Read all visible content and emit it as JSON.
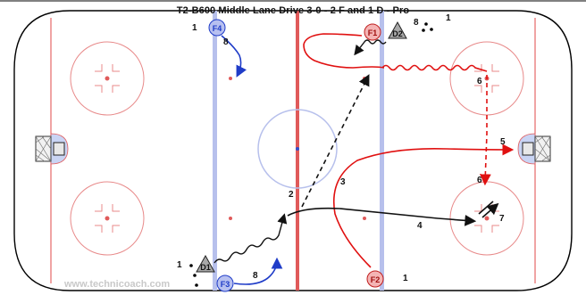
{
  "title": "T2-B600  Middle Lane Drive 3-0  -  2 F and 1 D - Pro",
  "watermark": "www.technicoach.com",
  "players": {
    "f1": "F1",
    "f2": "F2",
    "f3": "F3",
    "f4": "F4",
    "d1": "D1",
    "d2": "D2"
  },
  "labels": {
    "n1_f4": "1",
    "n8_f4": "8",
    "n8_d2": "8",
    "n1_d2": "1",
    "n6_upper": "6",
    "n5": "5",
    "n6_lower": "6",
    "n7": "7",
    "n3": "3",
    "n2": "2",
    "n4": "4",
    "n1_d1": "1",
    "n8_f3": "8",
    "n1_f2": "1"
  },
  "colors": {
    "ice_outline": "#000000",
    "red_line": "#e04a4a",
    "blue_line": "#a9b6e6",
    "forward_fill": "#f4b4b4",
    "forward_fill_blue": "#b7c0f0",
    "defense_fill": "#9a9a9a",
    "skate_red": "#e01010",
    "skate_blue": "#1f3cc8",
    "skate_black": "#111111"
  }
}
